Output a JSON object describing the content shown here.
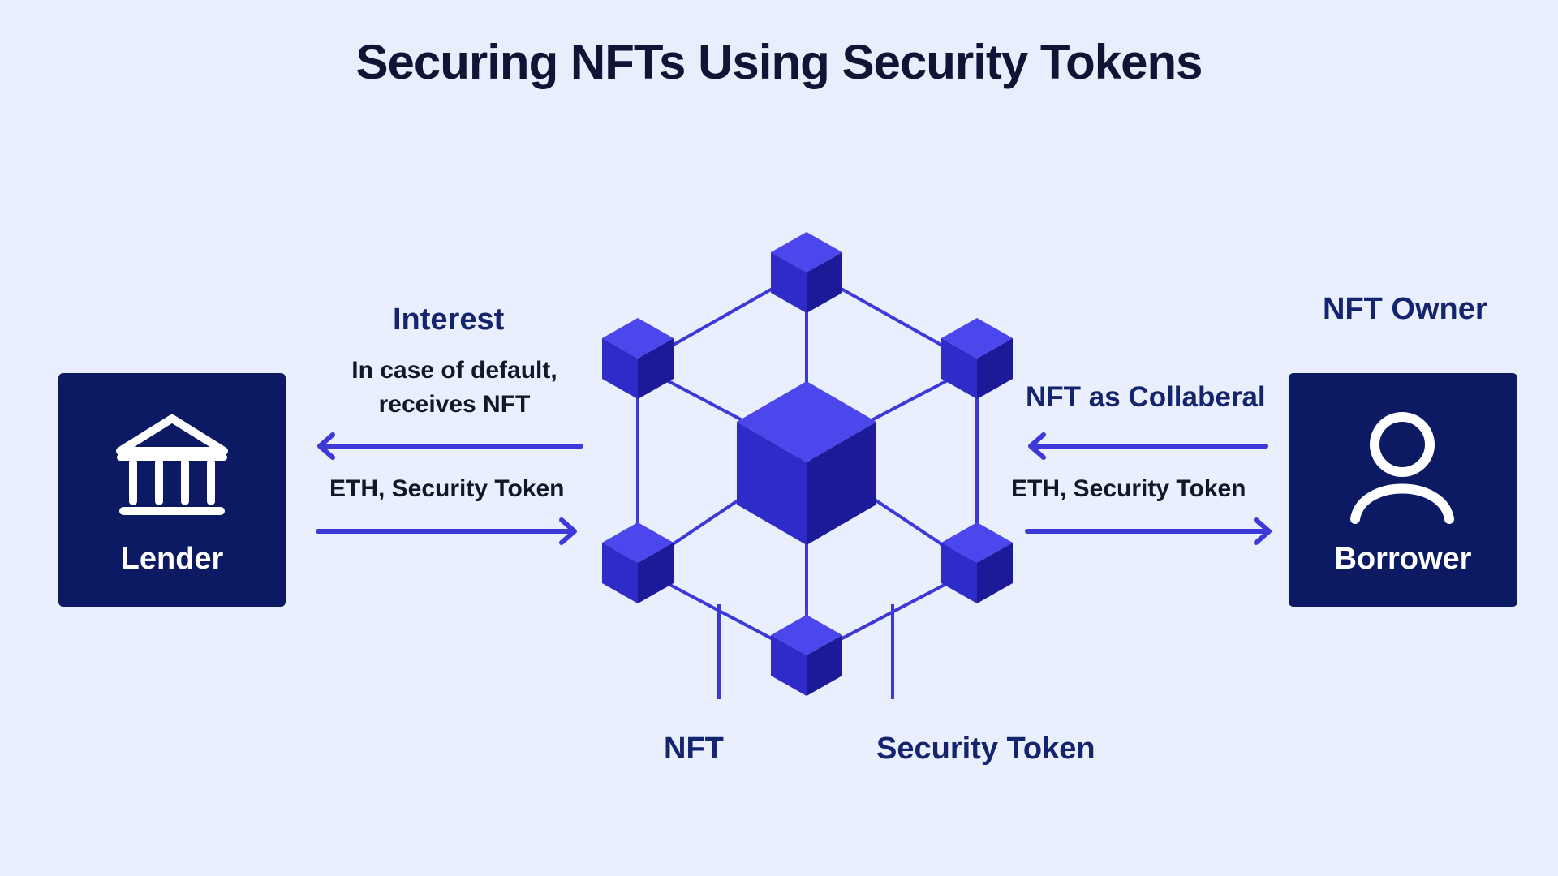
{
  "title": "Securing NFTs Using Security Tokens",
  "colors": {
    "background": "#e8eefb",
    "navy_box": "#0b1a63",
    "accent_blue": "#3d38d8",
    "cube_top": "#4b47ec",
    "cube_left": "#2f2bc9",
    "cube_right": "#1d1a9a",
    "label_navy": "#14246e",
    "label_dark": "#111827"
  },
  "lender": {
    "label": "Lender",
    "icon": "bank-icon"
  },
  "borrower": {
    "label": "Borrower",
    "icon": "user-icon",
    "role": "NFT Owner"
  },
  "left_flow": {
    "heading": "Interest",
    "note_line1": "In case of default,",
    "note_line2": "receives NFT",
    "arrow_to_lender": "left-arrow",
    "eth_label": "ETH, Security Token",
    "arrow_to_center": "right-arrow"
  },
  "right_flow": {
    "heading": "NFT as Collaberal",
    "arrow_to_center": "left-arrow",
    "eth_label": "ETH, Security Token",
    "arrow_to_borrower": "right-arrow"
  },
  "network": {
    "icon": "blockchain-network-icon",
    "nft_label": "NFT",
    "token_label": "Security Token"
  }
}
